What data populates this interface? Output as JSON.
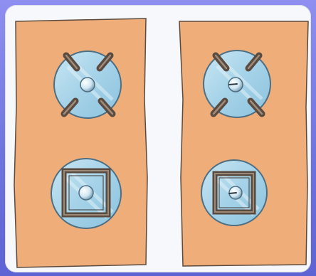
{
  "colors": {
    "frame": "#7173df",
    "card": "#f6f8fb",
    "panel": "#efad79",
    "panel_outline": "#5b4a3e",
    "disc": "#a9d5ea",
    "disc_stroke": "#6b8fa5",
    "pin": "#5a4b40",
    "ring": "#7c6c5f"
  },
  "panels": [
    {
      "id": "left",
      "items": [
        {
          "kind": "disc-with-four-pins",
          "center_mark": "ball"
        },
        {
          "kind": "disc-with-square-frame",
          "center_mark": "ball"
        }
      ]
    },
    {
      "id": "right",
      "items": [
        {
          "kind": "disc-with-four-pins",
          "center_mark": "ball-with-needle"
        },
        {
          "kind": "disc-with-square-frame",
          "center_mark": "ball-with-needle"
        }
      ]
    }
  ]
}
